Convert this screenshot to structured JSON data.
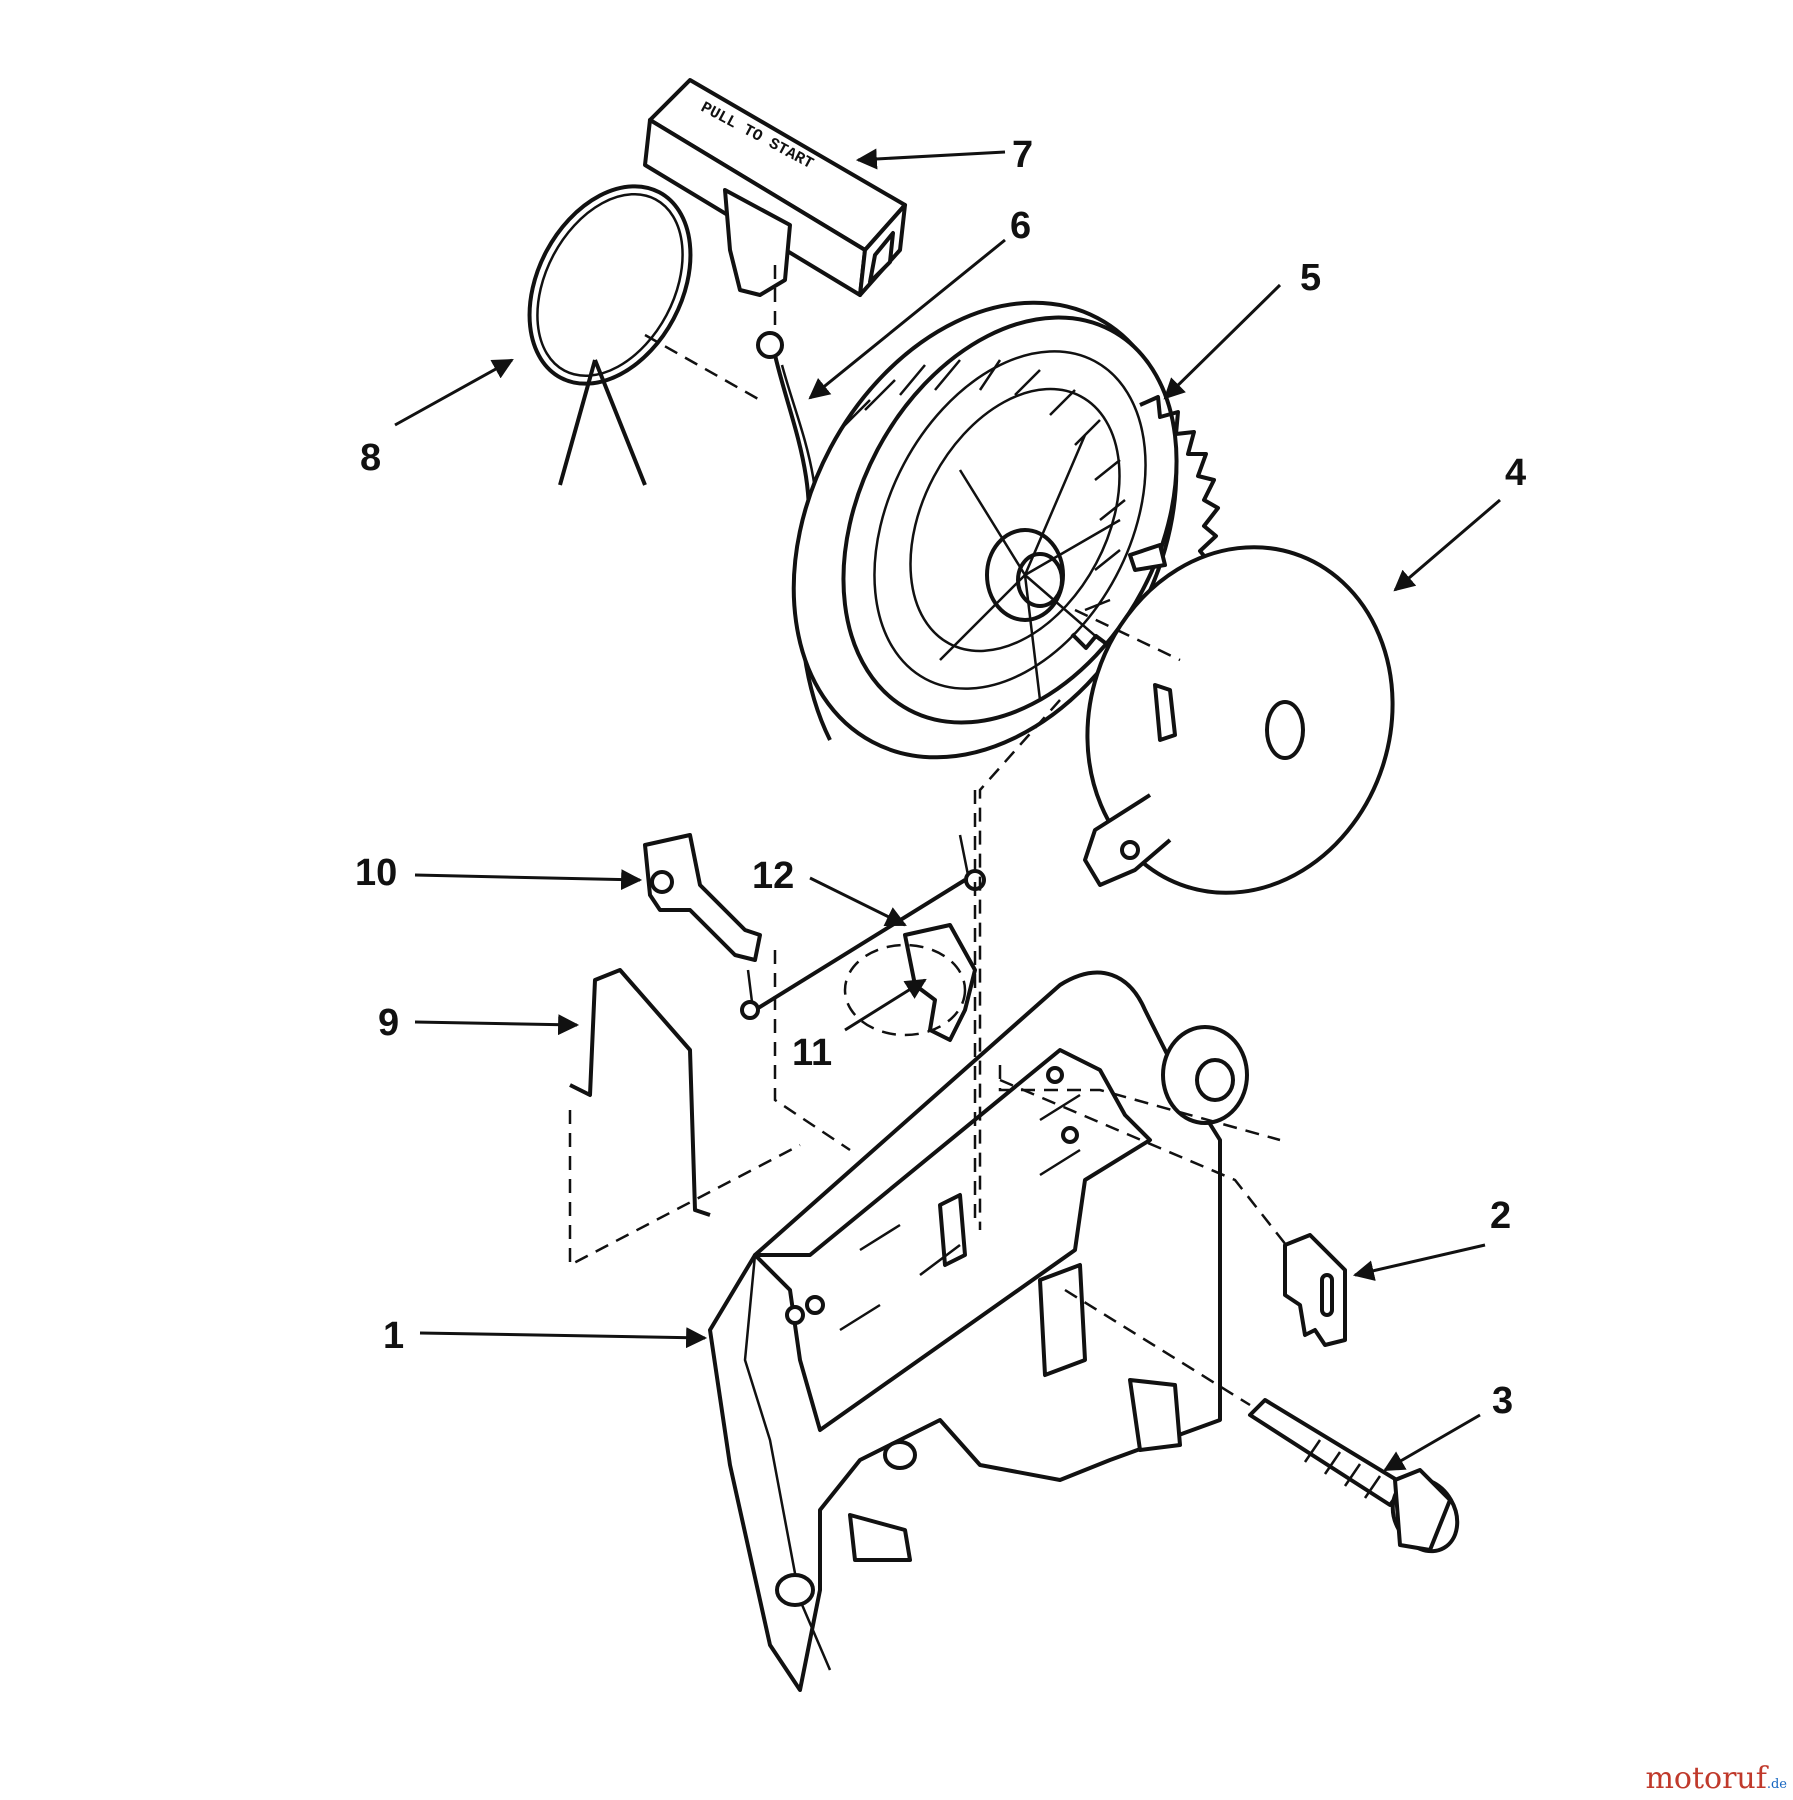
{
  "callouts": {
    "c1": "1",
    "c2": "2",
    "c3": "3",
    "c4": "4",
    "c5": "5",
    "c6": "6",
    "c7": "7",
    "c8": "8",
    "c9": "9",
    "c10": "10",
    "c11": "11",
    "c12": "12"
  },
  "handle_text": "PULL TO START",
  "watermark": {
    "main": "motoruf",
    "suffix": ".de"
  }
}
